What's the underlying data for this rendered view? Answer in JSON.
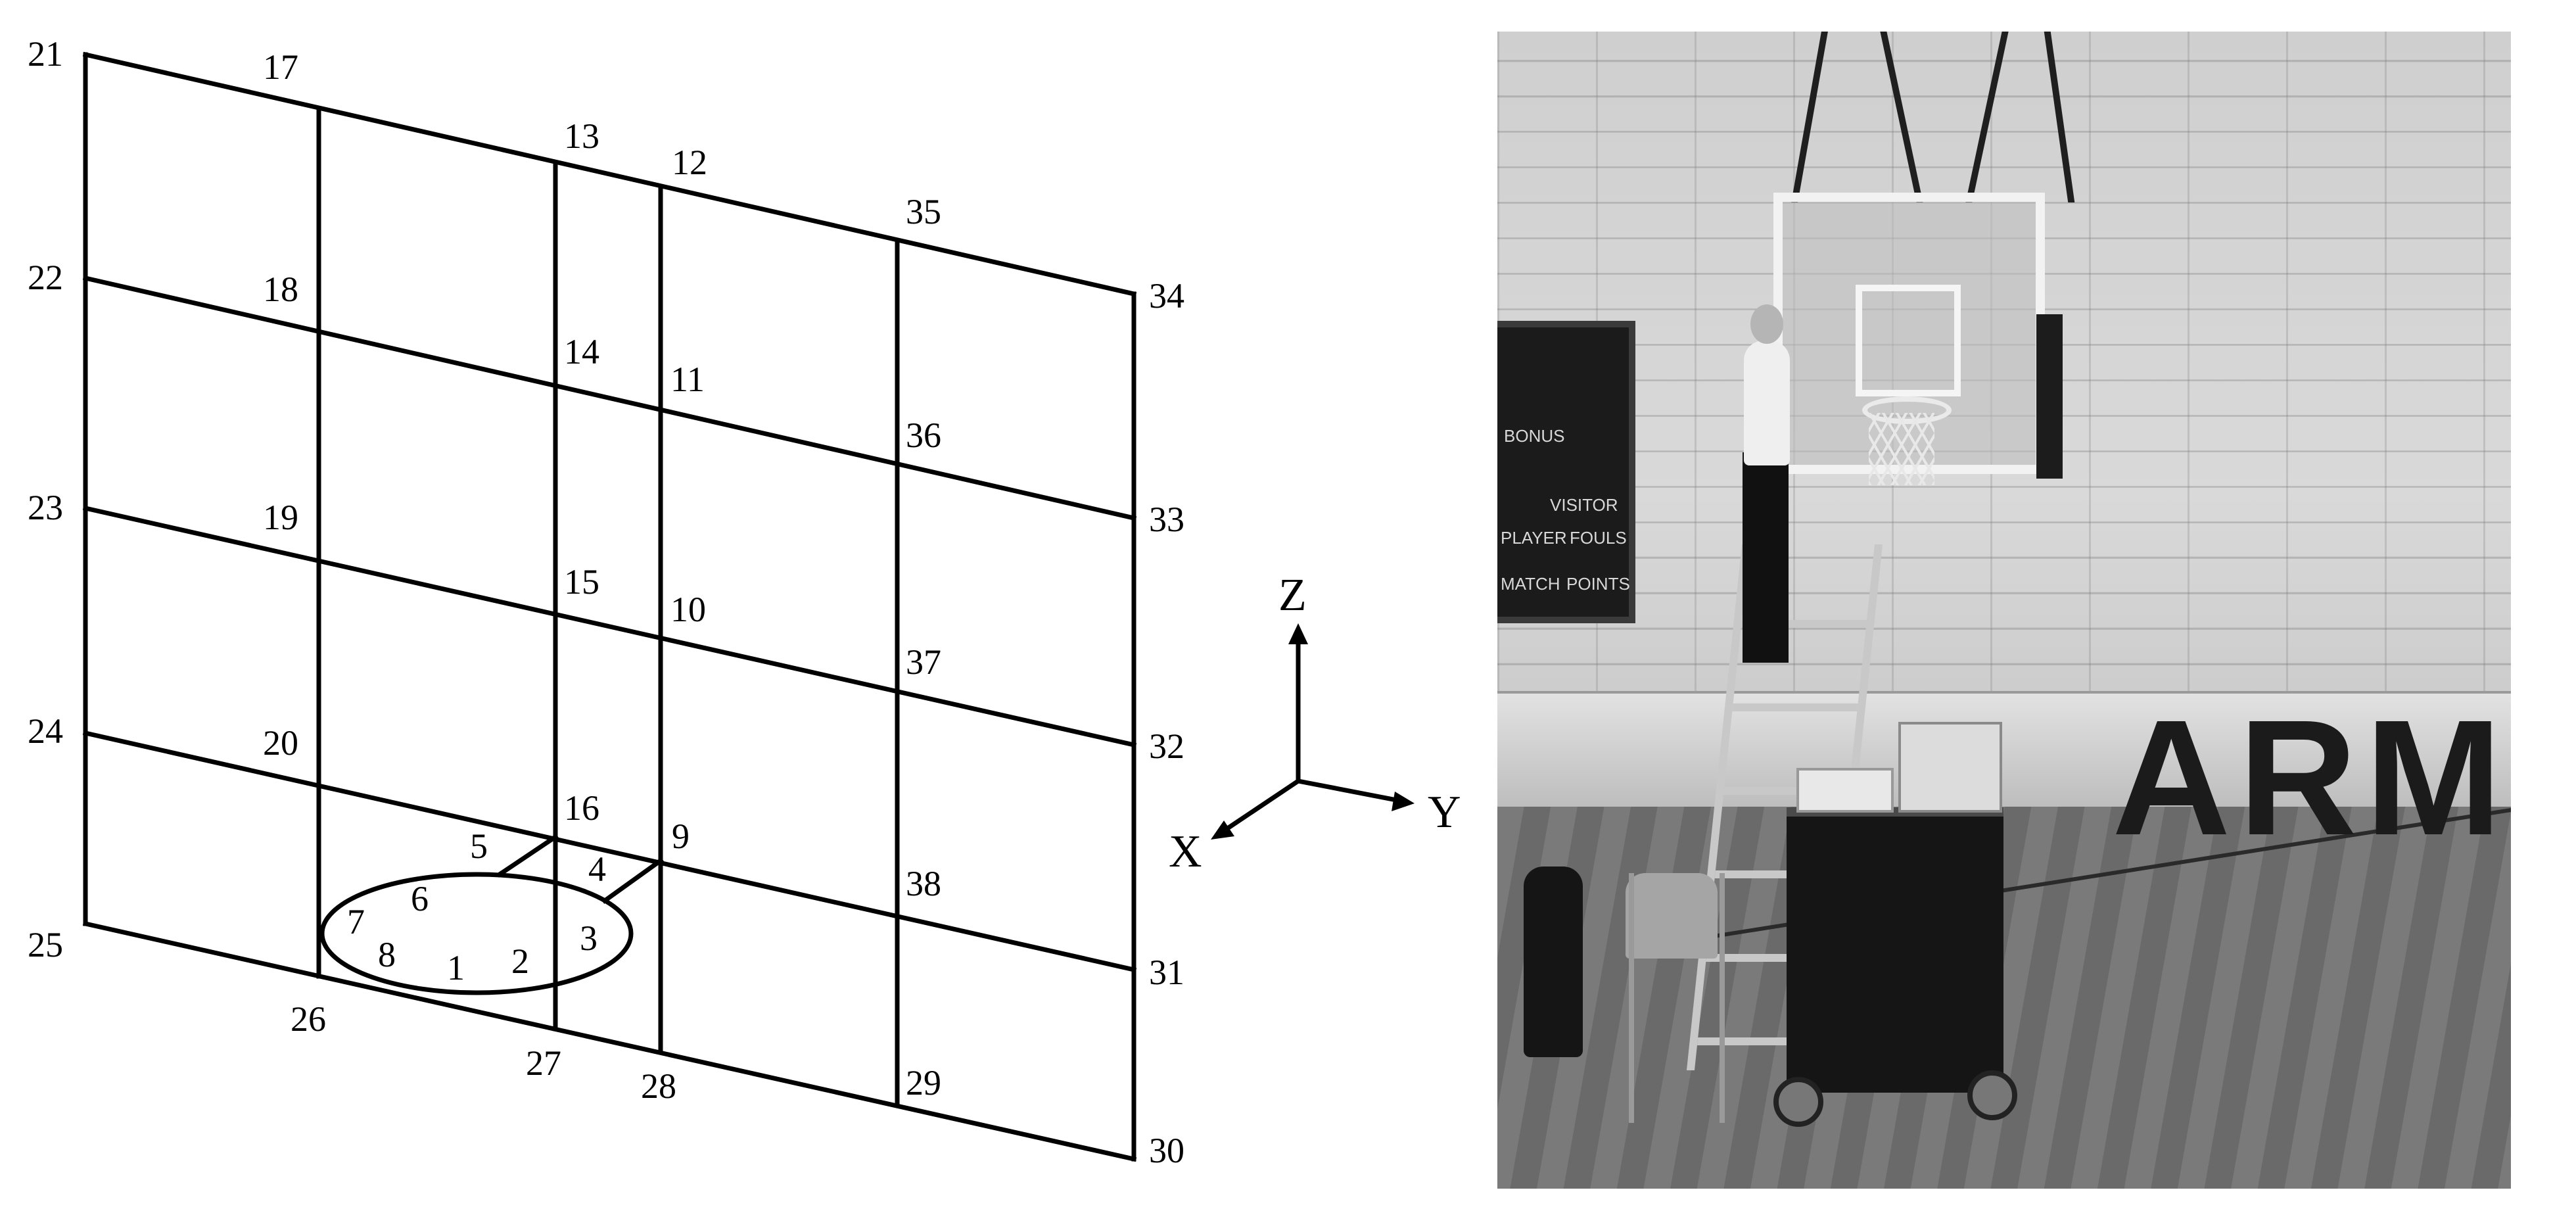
{
  "diagram": {
    "node_labels": [
      "1",
      "2",
      "3",
      "4",
      "5",
      "6",
      "7",
      "8",
      "9",
      "10",
      "11",
      "12",
      "13",
      "14",
      "15",
      "16",
      "17",
      "18",
      "19",
      "20",
      "21",
      "22",
      "23",
      "24",
      "25",
      "26",
      "27",
      "28",
      "29",
      "30",
      "31",
      "32",
      "33",
      "34",
      "35",
      "36",
      "37",
      "38"
    ],
    "axes": {
      "z": "Z",
      "y": "Y",
      "x": "X"
    }
  },
  "photo": {
    "wall_text": "ARMY",
    "scoreboard_text": [
      "BONUS",
      "VISITOR",
      "PLAYER",
      "FOULS",
      "MATCH",
      "POINTS"
    ]
  }
}
